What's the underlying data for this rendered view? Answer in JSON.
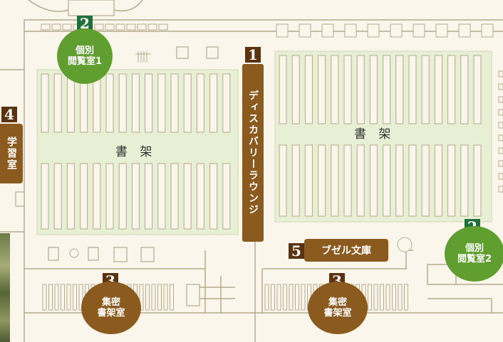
{
  "shelf_labels": [
    "書 架",
    "書 架"
  ],
  "badges": {
    "individual_room_1": {
      "number": "2",
      "label": "個別\n閲覧室1",
      "line1": "個別",
      "line2": "閲覧室1"
    },
    "individual_room_2": {
      "number": "2",
      "label": "個別\n閲覧室2",
      "line1": "個別",
      "line2": "閲覧室2"
    },
    "discovery_lounge": {
      "number": "1",
      "label": "ディスカバリーラウンジ"
    },
    "study_room": {
      "number": "4",
      "label": "学習室"
    },
    "buzzell_collection": {
      "number": "5",
      "label": "ブゼル文庫"
    },
    "compact_stacks_1": {
      "number": "3",
      "line1": "集密",
      "line2": "書架室"
    },
    "compact_stacks_2": {
      "number": "3",
      "line1": "集密",
      "line2": "書架室"
    }
  },
  "colors": {
    "background": "#fbf6ec",
    "shelf_area": "#e7efd4",
    "wall": "#b4aa8c",
    "green_badge": "#5f9e2f",
    "dark_green": "#1f6f3a",
    "brown_badge": "#8b5a1e",
    "dark_brown": "#5a3410"
  }
}
